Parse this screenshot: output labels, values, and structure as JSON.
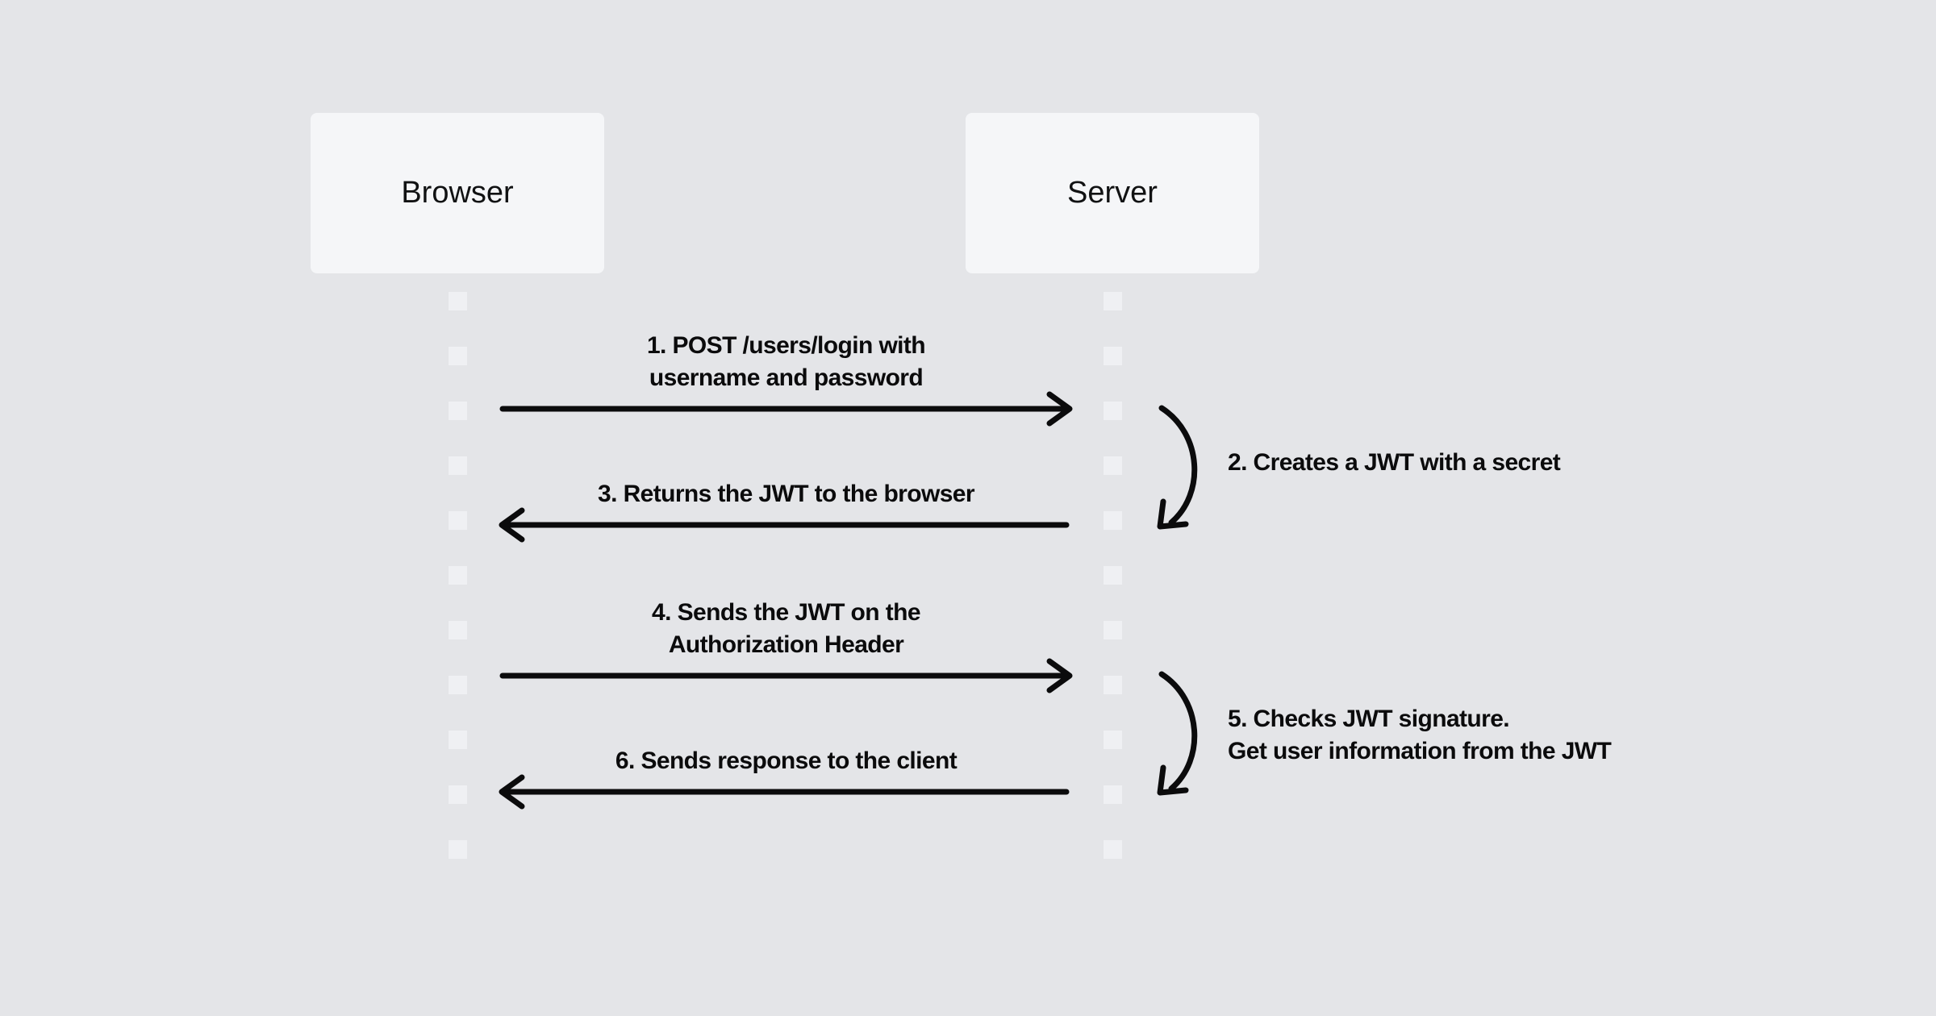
{
  "diagram": {
    "kind": "sequence-diagram",
    "topic": "JWT authentication flow",
    "actors": [
      {
        "id": "browser",
        "label": "Browser"
      },
      {
        "id": "server",
        "label": "Server"
      }
    ],
    "messages": [
      {
        "step": "1",
        "type": "arrow",
        "direction": "browser-to-server",
        "lines": [
          "1. POST /users/login with",
          "username and password"
        ]
      },
      {
        "step": "2",
        "type": "self-call",
        "actor": "server",
        "lines": [
          "2. Creates a JWT with a secret"
        ]
      },
      {
        "step": "3",
        "type": "arrow",
        "direction": "server-to-browser",
        "lines": [
          "3. Returns the JWT to the browser"
        ]
      },
      {
        "step": "4",
        "type": "arrow",
        "direction": "browser-to-server",
        "lines": [
          "4. Sends the JWT on the",
          "Authorization Header"
        ]
      },
      {
        "step": "5",
        "type": "self-call",
        "actor": "server",
        "lines": [
          "5. Checks JWT signature.",
          "Get user information from the JWT"
        ]
      },
      {
        "step": "6",
        "type": "arrow",
        "direction": "server-to-browser",
        "lines": [
          "6. Sends response to the client"
        ]
      }
    ],
    "colors": {
      "background": "#e4e5e8",
      "actor_fill": "#f5f6f8",
      "lifeline_dash": "#eff0f3",
      "ink": "#0b0b0c"
    }
  }
}
